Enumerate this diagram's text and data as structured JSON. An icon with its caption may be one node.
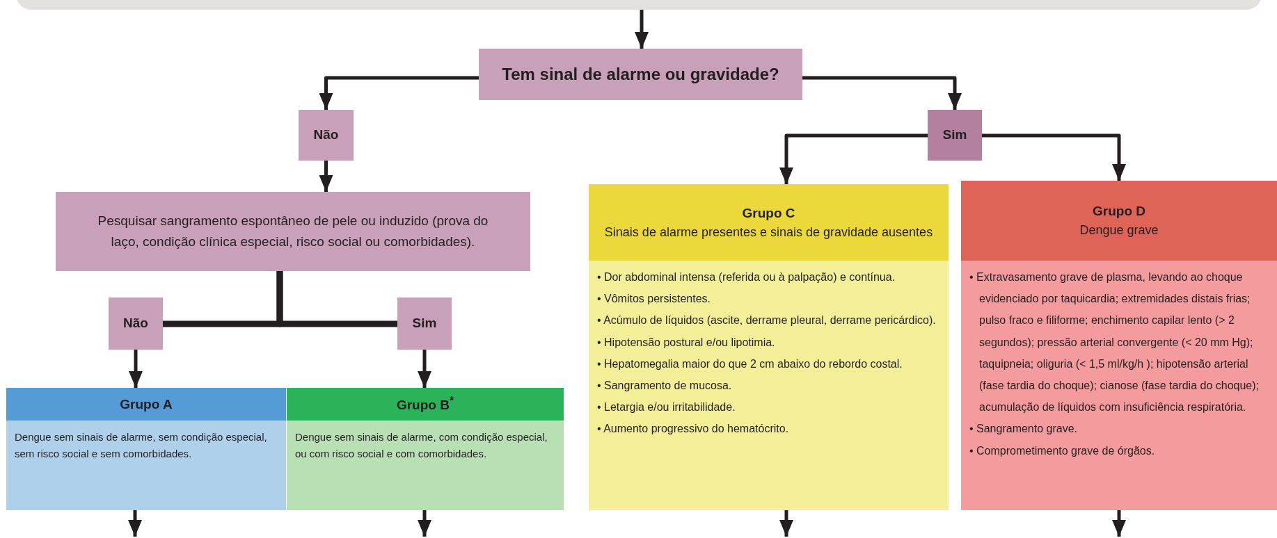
{
  "diagram": {
    "nodes": [
      {
        "text": [],
        "shape": "box"
      },
      {
        "text": [
          "Tem sinal de alarme ou gravidade?"
        ]
      },
      {
        "text": [
          "Não"
        ]
      },
      {
        "text": [
          "Sim"
        ]
      },
      {
        "text": [
          "Pesquisar sangramento espontâneo de pele ou induzido (prova do laço, condição clínica especial, risco social ou comorbidades)."
        ]
      },
      {
        "text": [
          "Não"
        ]
      },
      {
        "text": [
          "Sim"
        ]
      },
      {
        "text": [
          "Grupo A",
          "Dengue sem sinais de alarme, sem condição especial, sem risco social e sem comorbidades."
        ]
      },
      {
        "text": [
          "Grupo B$^{*}$",
          "Dengue sem sinais de alarme, com condição especial, ou com risco social e com comorbidades."
        ]
      },
      {
        "text": [
          "Grupo C",
          "Sinais de alarme presentes e sinais de gravidade ausentes",
          "• Dor abdominal intensa (referida ou à palpação) e contínua.",
          "• Vômitos persistentes.",
          "• Acúmulo de líquidos (ascite, derrame pleural, derrame pericárdico).",
          "• Hipotensão postural e/ou lipotimia.",
          "• Hepatomegalia maior do que 2 cm abaixo do rebordo costal.",
          "• Sangramento de mucosa.",
          "• Letargia e/ou irritabilidade.",
          "• Aumento progressivo do hematócrito."
        ]
      },
      {
        "text": [
          "Grupo D",
          "Dengue grave",
          "• Extravasamento grave de plasma, levando ao choque evidenciado por taquicardia; extremidades distais frias; pulso fraco e filiforme; enchimento capilar lento (> 2 segundos); pressão arterial convergente (< 20 mm Hg); taquipneia; oliguria (< 1,5 ml/kg/h ); hipotensão arterial (fase tardia do choque); cianose (fase tardia do choque); acumulação de líquidos com insuficiência respiratória.",
          "• Sangramento grave.",
          "• Comprometimento grave de órgãos."
        ]
      }
    ],
    "edges": [
      {
        "from": 0,
        "to": 1,
        "arrow": "to"
      },
      {
        "from": 1,
        "to": 2,
        "arrow": "to"
      },
      {
        "from": 1,
        "to": 3,
        "arrow": "to"
      },
      {
        "from": 3,
        "to": 9,
        "arrow": "to"
      },
      {
        "from": 3,
        "to": 10,
        "arrow": "to"
      },
      {
        "from": 2,
        "to": 4,
        "arrow": "to"
      },
      {
        "from": 4,
        "to": 5,
        "arrow": "none",
        "style": "thick"
      },
      {
        "from": 4,
        "to": 6,
        "arrow": "none",
        "style": "thick"
      },
      {
        "from": 5,
        "to": 7,
        "arrow": "to"
      },
      {
        "from": 6,
        "to": 8,
        "arrow": "to"
      },
      {
        "from": 7,
        "to": null,
        "arrow": "to"
      },
      {
        "from": 8,
        "to": null,
        "arrow": "to"
      },
      {
        "from": 9,
        "to": null,
        "arrow": "to"
      },
      {
        "from": 10,
        "to": null,
        "arrow": "to"
      }
    ]
  }
}
